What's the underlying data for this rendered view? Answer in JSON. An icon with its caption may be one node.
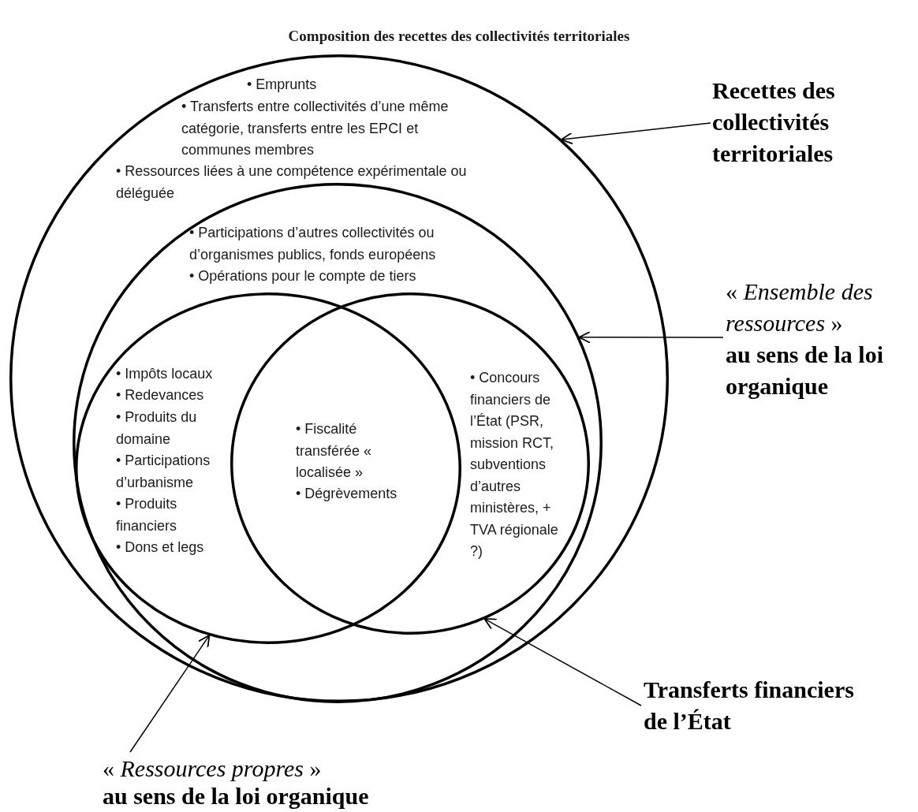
{
  "diagram": {
    "title": "Composition des recettes des collectivités territoriales",
    "nodes": [
      {
        "text": [
          "• Emprunts",
          "• Transferts entre collectivités d’une même catégorie, transferts entre les EPCI et communes membres",
          "• Ressources liées à une compétence expérimentale ou déléguée"
        ]
      },
      {
        "text": [
          "• Participations d’autres collectivités ou d’organismes publics, fonds européens",
          "• Opérations pour le compte de tiers"
        ],
        "in": 0
      },
      {
        "text": [
          "• Impôts locaux",
          "• Redevances",
          "• Produits du domaine",
          "• Participations d’urbanisme",
          "• Produits financiers",
          "• Dons et legs"
        ],
        "in": 1
      },
      {
        "text": [
          "• Concours financiers de l’État (PSR, mission RCT, subventions d’autres ministères, + TVA régionale ?)"
        ],
        "in": 1
      },
      {
        "text": [
          "Recettes des collectivités territoriales"
        ]
      },
      {
        "text": [
          "« *Ensemble des ressources* »",
          "au sens de la loi organique"
        ]
      },
      {
        "text": [
          "Transferts financiers de l’État"
        ]
      },
      {
        "text": [
          "« *Ressources propres* »",
          "au sens de la loi organique"
        ]
      }
    ],
    "edges": [
      {
        "from": 4,
        "to": 0,
        "arrow": "to"
      },
      {
        "from": 5,
        "to": 1,
        "arrow": "to"
      },
      {
        "from": 6,
        "to": 3,
        "arrow": "to"
      },
      {
        "from": 7,
        "to": 2,
        "arrow": "to"
      }
    ],
    "labels": [
      "• Fiscalité transférée « localisée »",
      "• Dégrèvements"
    ]
  }
}
